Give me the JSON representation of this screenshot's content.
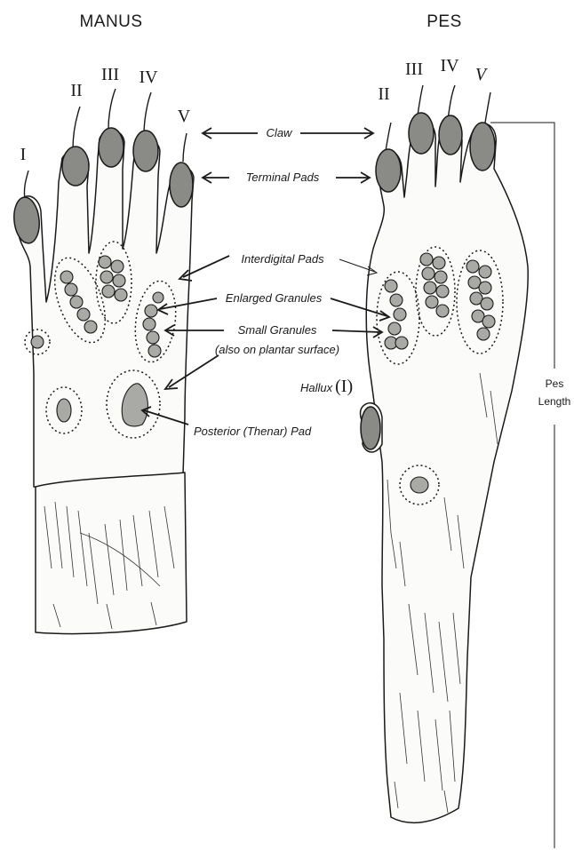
{
  "headers": {
    "manus": "MANUS",
    "pes": "PES"
  },
  "manus_digits": [
    "I",
    "II",
    "III",
    "IV",
    "V"
  ],
  "pes_digits": [
    "II",
    "III",
    "IV",
    "V"
  ],
  "labels": {
    "claw": "Claw",
    "terminal_pads": "Terminal Pads",
    "interdigital_pads": "Interdigital Pads",
    "enlarged_granules": "Enlarged Granules",
    "small_granules": "Small Granules",
    "small_granules_note": "(also on plantar surface)",
    "hallux": "Hallux",
    "hallux_numeral": "(I)",
    "posterior_pad": "Posterior (Thenar) Pad",
    "pes_length_1": "Pes",
    "pes_length_2": "Length"
  },
  "colors": {
    "ink": "#1a1a1a",
    "pad_fill": "#8a8a86",
    "granule_fill": "#a9a9a5"
  }
}
